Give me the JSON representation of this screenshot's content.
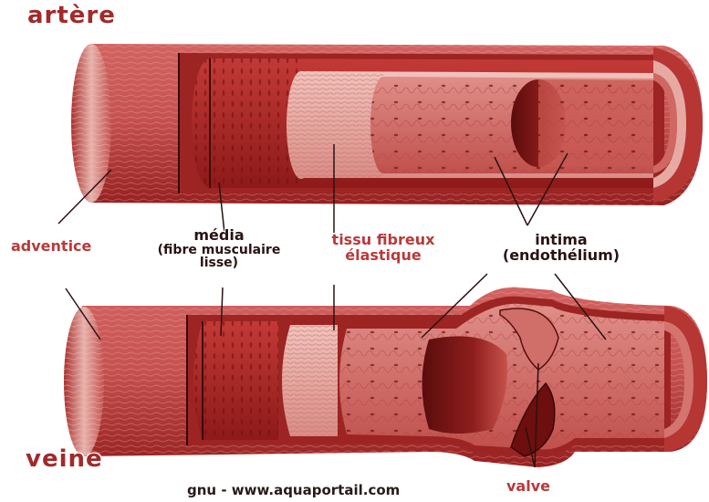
{
  "titles": {
    "artery": "artère",
    "vein": "veine"
  },
  "labels": {
    "adventice": "adventice",
    "media": "média",
    "media_sub1": "(fibre musculaire",
    "media_sub2": "lisse)",
    "tissu1": "tissu fibreux",
    "tissu2": "élastique",
    "intima1": "intima",
    "intima2": "(endothélium)",
    "valve": "valve"
  },
  "credit": "gnu - www.aquaportail.com",
  "colors": {
    "adventitia": "#c8504e",
    "media": "#b0302e",
    "elastic": "#e7a9a2",
    "intima": "#d77571",
    "lumen": "#7a1414",
    "title": "#a12a2a",
    "label_red": "#b93a3a",
    "label_dark": "#2a1212"
  }
}
